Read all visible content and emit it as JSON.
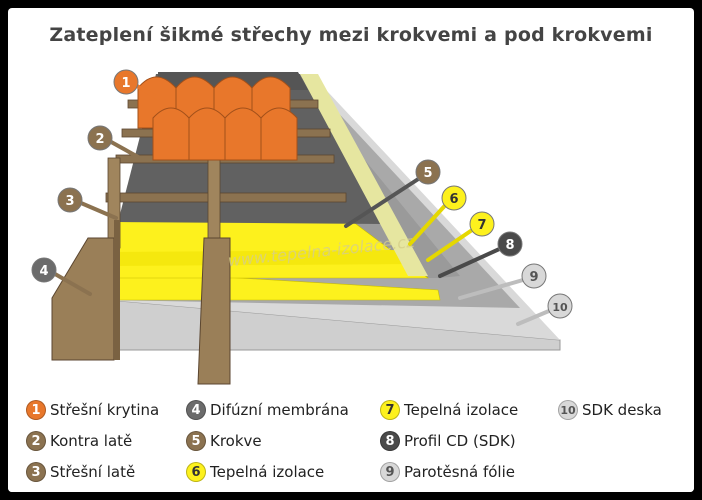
{
  "title": "Zateplení šikmé střechy mezi krokvemi a pod krokvemi",
  "watermark": "www.tepelna-izolace.cz",
  "colors": {
    "orange": "#e8772b",
    "brown": "#8b7250",
    "yellow": "#fdf11d",
    "darkgray": "#4a4a4a",
    "gray": "#8c8c8c",
    "lightgray": "#cfcfcf"
  },
  "markers": [
    {
      "num": "1",
      "color": "#e8772b",
      "text_color": "#ffffff"
    },
    {
      "num": "2",
      "color": "#8b7250",
      "text_color": "#ffffff"
    },
    {
      "num": "3",
      "color": "#8b7250",
      "text_color": "#ffffff"
    },
    {
      "num": "4",
      "color": "#6b6b6b",
      "text_color": "#ffffff"
    },
    {
      "num": "5",
      "color": "#8b7250",
      "text_color": "#ffffff"
    },
    {
      "num": "6",
      "color": "#fdf11d",
      "text_color": "#333333"
    },
    {
      "num": "7",
      "color": "#fdf11d",
      "text_color": "#333333"
    },
    {
      "num": "8",
      "color": "#4a4a4a",
      "text_color": "#ffffff"
    },
    {
      "num": "9",
      "color": "#d8d8d8",
      "text_color": "#555555"
    },
    {
      "num": "10",
      "color": "#d8d8d8",
      "text_color": "#555555"
    }
  ],
  "legend": [
    {
      "num": "1",
      "label": "Střešní krytina",
      "color": "#e8772b",
      "text_color": "#ffffff"
    },
    {
      "num": "2",
      "label": "Kontra latě",
      "color": "#8b7250",
      "text_color": "#ffffff"
    },
    {
      "num": "3",
      "label": "Střešní latě",
      "color": "#8b7250",
      "text_color": "#ffffff"
    },
    {
      "num": "4",
      "label": "Difúzní membrána",
      "color": "#6b6b6b",
      "text_color": "#ffffff"
    },
    {
      "num": "5",
      "label": "Krokve",
      "color": "#8b7250",
      "text_color": "#ffffff"
    },
    {
      "num": "6",
      "label": "Tepelná izolace",
      "color": "#fdf11d",
      "text_color": "#333333"
    },
    {
      "num": "7",
      "label": "Tepelná izolace",
      "color": "#fdf11d",
      "text_color": "#333333"
    },
    {
      "num": "8",
      "label": "Profil CD (SDK)",
      "color": "#4a4a4a",
      "text_color": "#ffffff"
    },
    {
      "num": "9",
      "label": "Parotěsná fólie",
      "color": "#d8d8d8",
      "text_color": "#555555"
    },
    {
      "num": "10",
      "label": "SDK deska",
      "color": "#d8d8d8",
      "text_color": "#555555"
    }
  ]
}
